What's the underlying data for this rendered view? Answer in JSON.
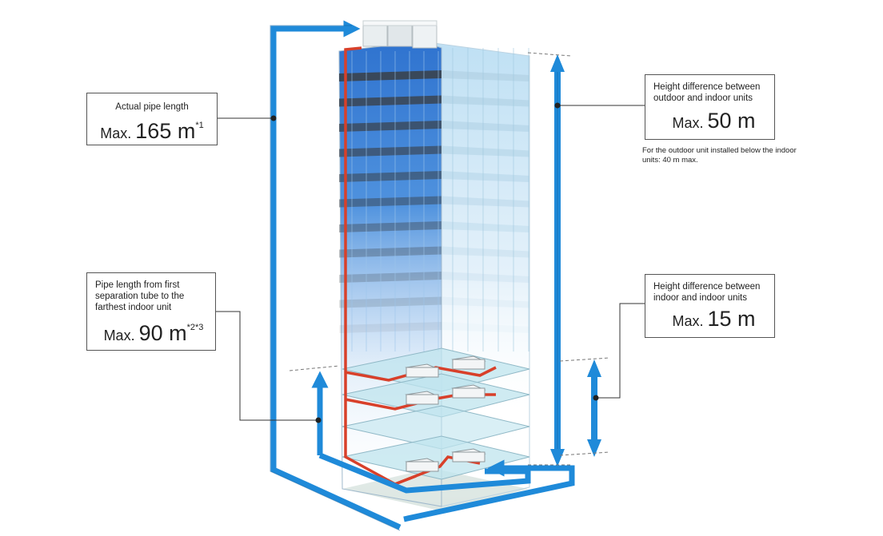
{
  "callouts": {
    "actual_pipe": {
      "label": "Actual pipe length",
      "prefix": "Max.",
      "value": "165 m",
      "sup": "*1"
    },
    "separation_pipe": {
      "label": "Pipe length from first separation tube to the farthest indoor unit",
      "prefix": "Max.",
      "value": "90 m",
      "sup": "*2*3"
    },
    "height_outdoor_indoor": {
      "label": "Height difference between outdoor and indoor units",
      "prefix": "Max.",
      "value": "50 m",
      "note": "For the outdoor unit installed below the indoor units: 40 m max."
    },
    "height_indoor_indoor": {
      "label": "Height difference between indoor and indoor units",
      "prefix": "Max.",
      "value": "15 m"
    }
  },
  "colors": {
    "pipe_blue": "#1f8ad9",
    "pipe_red": "#d8402a",
    "glass_blue": "#2f7fd4",
    "floor_cyan": "#bfe4ee",
    "leader": "#333333"
  }
}
